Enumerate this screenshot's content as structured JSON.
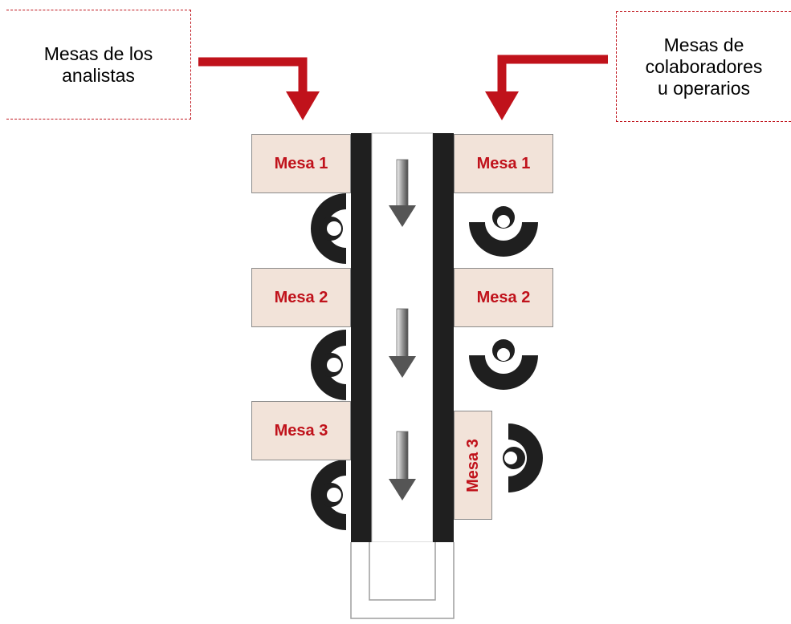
{
  "callouts": {
    "analysts": "Mesas de los analistas",
    "collaborators_line1": "Mesas de",
    "collaborators_line2": "colaboradores",
    "collaborators_line3": "u operarios"
  },
  "analyst_desks": [
    {
      "label": "Mesa 1"
    },
    {
      "label": "Mesa 2"
    },
    {
      "label": "Mesa 3"
    }
  ],
  "operator_desks": [
    {
      "label": "Mesa 1"
    },
    {
      "label": "Mesa 2"
    },
    {
      "label": "Mesa 3"
    }
  ],
  "colors": {
    "accent_red": "#c0121b",
    "desk_fill": "#f2e3d9",
    "conveyor_rail": "#1f1f1f",
    "chair": "#1f1f1f"
  }
}
